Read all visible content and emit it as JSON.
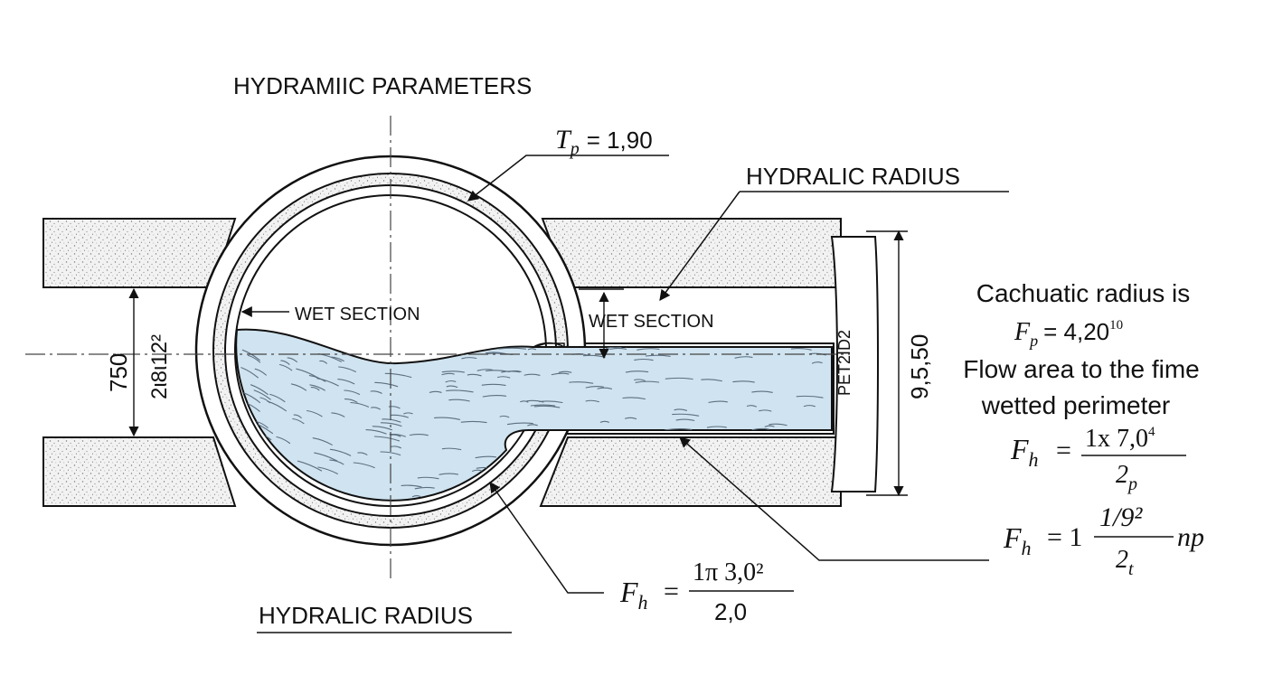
{
  "labels": {
    "title": "HYDRAMIIC PARAMETERS",
    "hydraulic_radius_top": "HYDRALIC RADIUS",
    "hydraulic_radius_bottom": "HYDRALIC RADIUS",
    "wet_section_left": "WET SECTION",
    "wet_section_right": "WET SECTION",
    "pipe_end_label": "PET2ID2"
  },
  "dimensions": {
    "outer_left": "750",
    "inner_left": "2ι8ι12²",
    "right_height": "9,5,50"
  },
  "equations": {
    "tp": {
      "var": "T",
      "sub": "p",
      "value": "= 1,90"
    },
    "bottom": {
      "var": "F",
      "sub": "h",
      "eq": "=",
      "num": "1π 3,0²",
      "den": "2,0"
    }
  },
  "side_text": {
    "line1": "Cachuatic radius is",
    "fp": {
      "var": "F",
      "sub": "p",
      "value": "= 4,20",
      "sup": "10"
    },
    "line2": "Flow area to the fime",
    "line3": "wetted perimeter",
    "fh1": {
      "var": "F",
      "sub": "h",
      "eq": "=",
      "num": "1x 7,0",
      "num_sup": "4",
      "den": "2",
      "den_sub": "p"
    },
    "fh2": {
      "var": "F",
      "sub": "h",
      "eq": "= 1",
      "num": "1/9²",
      "den": "2",
      "den_sub": "t",
      "tail": "np"
    }
  },
  "colors": {
    "water": "#cfe3f0",
    "stipple": "#8a8a8a",
    "wall": "#f1f1f1",
    "line": "#111111"
  }
}
